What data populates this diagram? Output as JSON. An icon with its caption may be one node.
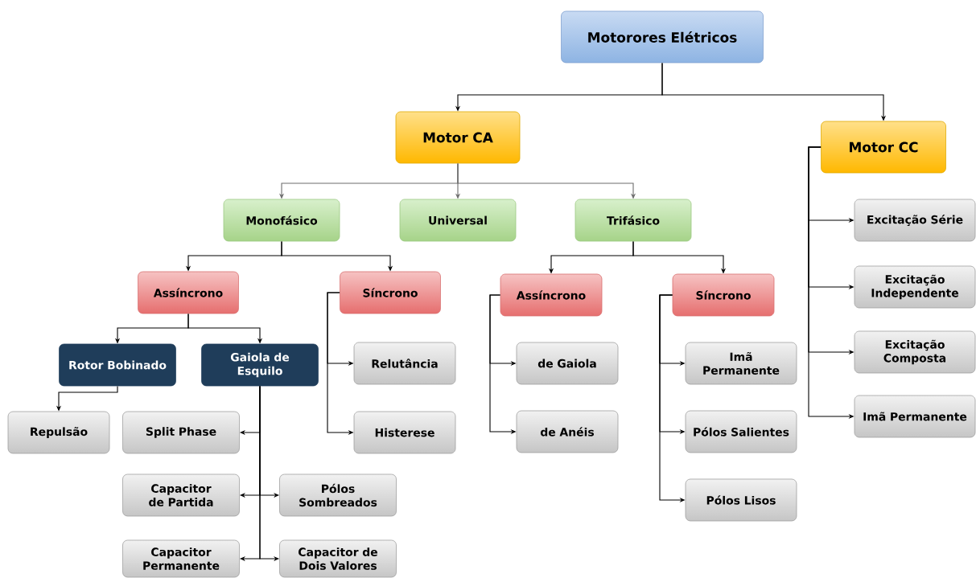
{
  "diagram": {
    "nodes": [
      {
        "text": [
          "Motorores Elétricos"
        ]
      },
      {
        "text": [
          "Motor CA"
        ]
      },
      {
        "text": [
          "Motor CC"
        ]
      },
      {
        "text": [
          "Monofásico"
        ]
      },
      {
        "text": [
          "Universal"
        ]
      },
      {
        "text": [
          "Trifásico"
        ]
      },
      {
        "text": [
          "Assíncrono"
        ]
      },
      {
        "text": [
          "Síncrono"
        ]
      },
      {
        "text": [
          "Rotor Bobinado"
        ]
      },
      {
        "text": [
          "Gaiola de Esquilo"
        ]
      },
      {
        "text": [
          "Repulsão"
        ]
      },
      {
        "text": [
          "Split Phase"
        ]
      },
      {
        "text": [
          "Capacitor de Partida"
        ]
      },
      {
        "text": [
          "Pólos Sombreados"
        ]
      },
      {
        "text": [
          "Capacitor Permanente"
        ]
      },
      {
        "text": [
          "Capacitor de Dois Valores"
        ]
      },
      {
        "text": [
          "Relutância"
        ]
      },
      {
        "text": [
          "Histerese"
        ]
      },
      {
        "text": [
          "Assíncrono"
        ]
      },
      {
        "text": [
          "Síncrono"
        ]
      },
      {
        "text": [
          "de Gaiola"
        ]
      },
      {
        "text": [
          "de Anéis"
        ]
      },
      {
        "text": [
          "Imã Permanente"
        ]
      },
      {
        "text": [
          "Pólos Salientes"
        ]
      },
      {
        "text": [
          "Pólos Lisos"
        ]
      },
      {
        "text": [
          "Excitação Série"
        ]
      },
      {
        "text": [
          "Excitação Independente"
        ]
      },
      {
        "text": [
          "Excitação Composta"
        ]
      },
      {
        "text": [
          "Imã Permanente"
        ]
      }
    ],
    "edges": [
      {
        "from": 0,
        "to": 1,
        "arrow": "to"
      },
      {
        "from": 0,
        "to": 2,
        "arrow": "to"
      },
      {
        "from": 1,
        "to": 3,
        "arrow": "to",
        "color": "#6d6d6d"
      },
      {
        "from": 1,
        "to": 4,
        "arrow": "to",
        "color": "#6d6d6d"
      },
      {
        "from": 1,
        "to": 5,
        "arrow": "to",
        "color": "#6d6d6d"
      },
      {
        "from": 3,
        "to": 6,
        "arrow": "to"
      },
      {
        "from": 3,
        "to": 7,
        "arrow": "to"
      },
      {
        "from": 6,
        "to": 8,
        "arrow": "to"
      },
      {
        "from": 6,
        "to": 9,
        "arrow": "to"
      },
      {
        "from": 8,
        "to": 10,
        "arrow": "to"
      },
      {
        "from": 9,
        "to": 11,
        "arrow": "to"
      },
      {
        "from": 9,
        "to": 12,
        "arrow": "to"
      },
      {
        "from": 9,
        "to": 13,
        "arrow": "to"
      },
      {
        "from": 9,
        "to": 14,
        "arrow": "to"
      },
      {
        "from": 9,
        "to": 15,
        "arrow": "to"
      },
      {
        "from": 7,
        "to": 16,
        "arrow": "to"
      },
      {
        "from": 7,
        "to": 17,
        "arrow": "to"
      },
      {
        "from": 5,
        "to": 18,
        "arrow": "to"
      },
      {
        "from": 5,
        "to": 19,
        "arrow": "to"
      },
      {
        "from": 18,
        "to": 20,
        "arrow": "to"
      },
      {
        "from": 18,
        "to": 21,
        "arrow": "to"
      },
      {
        "from": 19,
        "to": 22,
        "arrow": "to"
      },
      {
        "from": 19,
        "to": 23,
        "arrow": "to"
      },
      {
        "from": 19,
        "to": 24,
        "arrow": "to"
      },
      {
        "from": 2,
        "to": 25,
        "arrow": "to"
      },
      {
        "from": 2,
        "to": 26,
        "arrow": "to"
      },
      {
        "from": 2,
        "to": 27,
        "arrow": "to"
      },
      {
        "from": 2,
        "to": 28,
        "arrow": "to"
      }
    ]
  }
}
